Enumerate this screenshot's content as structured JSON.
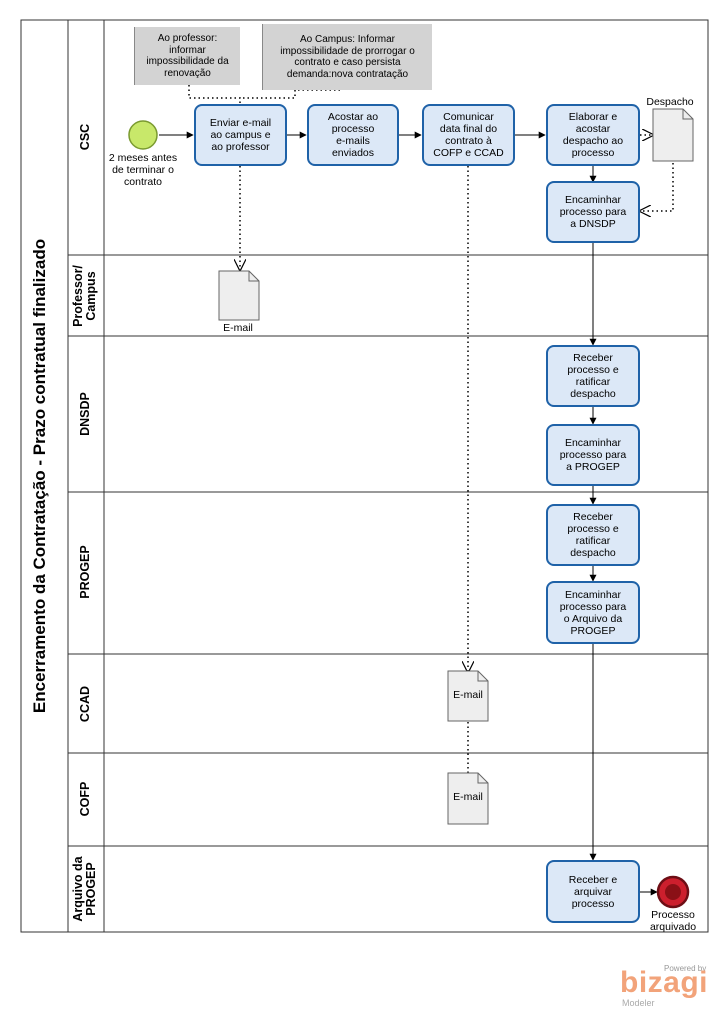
{
  "pool": {
    "title": "Encerramento da Contratação - Prazo contratual finalizado"
  },
  "lanes": [
    {
      "label": "CSC"
    },
    {
      "label": "Professor/\nCampus"
    },
    {
      "label": "DNSDP"
    },
    {
      "label": "PROGEP"
    },
    {
      "label": "CCAD"
    },
    {
      "label": "COFP"
    },
    {
      "label": "Arquivo da\nPROGEP"
    }
  ],
  "events": {
    "start": {
      "label": "2 meses antes\nde terminar o\ncontrato",
      "color": "#c8e86a"
    },
    "end": {
      "label": "Processo\narquivado",
      "color": "#cc1f2d"
    }
  },
  "tasks": {
    "enviar_email": "Enviar e-mail\nao campus e\nao professor",
    "acostar": "Acostar ao\nprocesso\ne-mails\nenviados",
    "comunicar": "Comunicar\ndata final do\ncontrato à\nCOFP e CCAD",
    "elaborar": "Elaborar e\nacostar\ndespacho ao\nprocesso",
    "encaminhar_dnsdp": "Encaminhar\nprocesso para\na DNSDP",
    "receber_dnsdp": "Receber\nprocesso e\nratificar\ndespacho",
    "encaminhar_progep": "Encaminhar\nprocesso para\na PROGEP",
    "receber_progep": "Receber\nprocesso e\nratificar\ndespacho",
    "encaminhar_arquivo": "Encaminhar\nprocesso para\no Arquivo da\nPROGEP",
    "receber_arquivar": "Receber e\narquivar\nprocesso"
  },
  "annotations": {
    "professor": "Ao professor:\ninformar\nimpossibilidade da\nrenovação",
    "campus": "Ao Campus: Informar\nimpossibilidade de prorrogar o\ncontrato e caso persista\ndemanda:nova contratação"
  },
  "artifacts": {
    "despacho": "Despacho",
    "email_professor": "E-mail",
    "email_ccad": "E-mail",
    "email_cofp": "E-mail"
  },
  "branding": {
    "powered": "Powered by",
    "logo": "bizagi",
    "product": "Modeler"
  },
  "colors": {
    "task_fill": "#dce8f7",
    "task_border": "#1f62a8",
    "annotation_fill": "#d3d3d3",
    "lane_border": "#333333"
  }
}
